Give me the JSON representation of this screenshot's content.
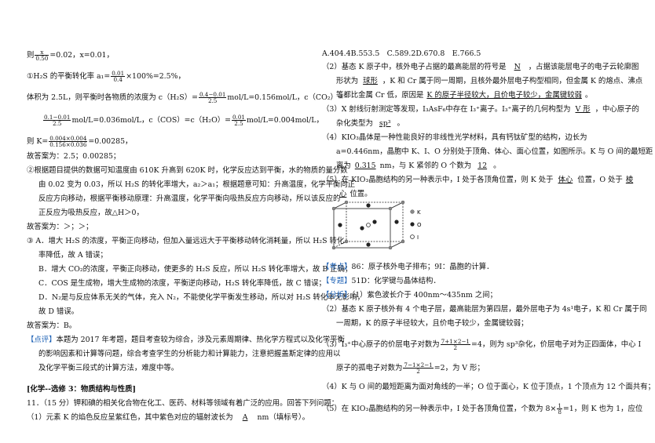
{
  "left": {
    "l1_pre": "则",
    "f1n": "x",
    "f1d": "0.50",
    "l1_post": "=0.02，x=0.01，",
    "l2_pre": "①H₂S 的平衡转化率 a₁=",
    "f2n": "0.01",
    "f2d": "0.4",
    "l2_post": "×100%=2.5%，",
    "l3": "体积为 2.5L，则平衡时各物质的浓度为 c（H₂S）=",
    "f3n": "0.4−0.01",
    "f3d": "2.5",
    "l3_mid": "mol/L=0.156mol/L，c（CO₂）=",
    "f4n": "0.1−0.01",
    "f4d": "2.5",
    "l4_mid": "mol/L=0.036mol/L，c（COS）=c（H₂O）=",
    "f5n": "0.01",
    "f5d": "2.5",
    "l4_post": "mol/L=0.004mol/L，",
    "l5_pre": "则 K=",
    "f6n": "0.004×0.004",
    "f6d": "0.156×0.036",
    "l5_post": "=0.00285，",
    "l6": "故答案为：2.5；0.00285；",
    "l7": "②根据题目提供的数据可知温度由 610K 升高到 620K 时，化学反应达到平衡，水的物质的量分数",
    "l8": "由 0.02 变为 0.03，所以 H₂S 的转化率增大，a₂＞a₁；根据题意可知：升高温度，化学平衡向正",
    "l9": "反应方向移动，根据平衡移动原理：升高温度，化学平衡向吸热反应方向移动，所以该反应的",
    "l10": "正反应为吸热反应，故△H＞0，",
    "l11": "故答案为：＞；＞；",
    "l12": "③ A．增大 H₂S 的浓度，平衡正向移动，但加入量远远大于平衡移动转化消耗量，所以 H₂S 转化",
    "l13": "率降低，故 A 错误；",
    "l14": "B．增大 CO₂的浓度，平衡正向移动，使更多的 H₂S 反应，所以 H₂S 转化率增大，故 B 正确；",
    "l15": "C．COS 是生成物，增大生成物的浓度，平衡逆向移动，H₂S 转化率降低，故 C 错误；",
    "l16": "D．N₂是与反应体系无关的气体，充入 N₂，不能使化学平衡发生移动，所以对 H₂S 转化率无影响，",
    "l17": "故 D 错误。",
    "l18": "故答案为：B。",
    "l19_lbl": "【点评】",
    "l19": "本题为 2017 年考题，题目考查较为综合，涉及元素周期律、热化学方程式以及化学平衡",
    "l20": "的影响因素和计算等问题，综合考查学生的分析能力和计算能力，注意把握盖斯定律的应用以",
    "l21": "及化学平衡三段式的计算方法，难度中等。",
    "l22": "[化学--选修 3：物质结构与性质]",
    "l23": "11．（15 分）钾和碘的相关化合物在化工、医药、材料等领域有着广泛的应用。回答下列问题：",
    "l24_pre": "（1）元素 K 的焰色反应呈紫红色，其中紫色对应的辐射波长为",
    "l24_ans": "A",
    "l24_post": "nm（填标号）。"
  },
  "right": {
    "r1": "A.404.4B.553.5　C.589.2D.670.8　E.766.5",
    "r2_pre": "（2）基态 K 原子中，核外电子占据的最高能层的符号是",
    "r2_ans": "N",
    "r2_post": "，占据该能层电子的电子云轮廓图",
    "r3_pre": "形状为",
    "r3_ans": "球形",
    "r3_post": "，K 和 Cr 属于同一周期，且核外最外层电子构型相同，但金属 K 的熔点、沸点",
    "r4_pre": "等都比金属 Cr 低，原因是",
    "r4_ans": "K 的原子半径较大，且价电子较少，金属键较弱",
    "r4_post": "。",
    "r5_pre": "（3）X 射线衍射测定等发现，I₃AsF₆中存在 I₃⁺离子。I₃⁺离子的几何构型为",
    "r5_ans": "V 形",
    "r5_post": "，中心原子的",
    "r6_pre": "杂化类型为",
    "r6_ans": "sp³",
    "r6_post": "。",
    "r7": "（4）KIO₃晶体是一种性能良好的非线性光学材料，具有钙钛矿型的结构，边长为",
    "r8": "a=0.446nm，晶胞中 K、I、O 分别处于顶角、体心、面心位置，如图所示。K 与 O 间的最短距",
    "r9_pre": "离为",
    "r9_ans": "0.315",
    "r9_mid": "nm，与 K 紧邻的 O 个数为",
    "r9_ans2": "12",
    "r9_post": "。",
    "r10_pre": "（5）在 KIO₃晶胞结构的另一种表示中，I 处于各顶角位置，则 K 处于",
    "r10_ans": "体心",
    "r10_mid": "位置，O 处于",
    "r10_ans2": "棱",
    "r11_ans": "心",
    "r11_post": "位置。",
    "legend": [
      "K",
      "O",
      "I"
    ],
    "kd_lbl": "【考点】",
    "kd": "86：原子核外电子排布；9I：晶胞的计算．",
    "zt_lbl": "【专题】",
    "zt": "51D：化学键与晶体结构．",
    "fx_lbl": "【分析】",
    "fx": "（1）紫色波长介于 400nm～435nm 之间；",
    "r15": "（2）基态 K 原子核外有 4 个电子层，最高能层为第四层，最外层电子为 4s¹电子，K 和 Cr 属于同",
    "r16": "一周期，K 的原子半径较大，且价电子较少，金属键较弱；",
    "r17_pre": "（3）I₃⁺中心原子的价层电子对数为",
    "f7n": "7+1×2−1",
    "f7d": "2",
    "r17_post": "=4，则为 sp³杂化，价层电子对为正四面体，中心 I",
    "r18_pre": "原子的孤电子对数为",
    "f8n": "7−1×2−1",
    "f8d": "2",
    "r18_post": "=2，为 V 形；",
    "r19": "（4）K 与 O 间的最短距离为面对角线的一半；O 位于面心，K 位于顶点，1 个顶点为 12 个面共有；",
    "r20_pre": "（5）在 KIO₃晶胞结构的另一种表示中，I 处于各顶角位置，个数为 8×",
    "f9n": "1",
    "f9d": "8",
    "r20_post": "=1，则 K 也为 1，应位"
  }
}
